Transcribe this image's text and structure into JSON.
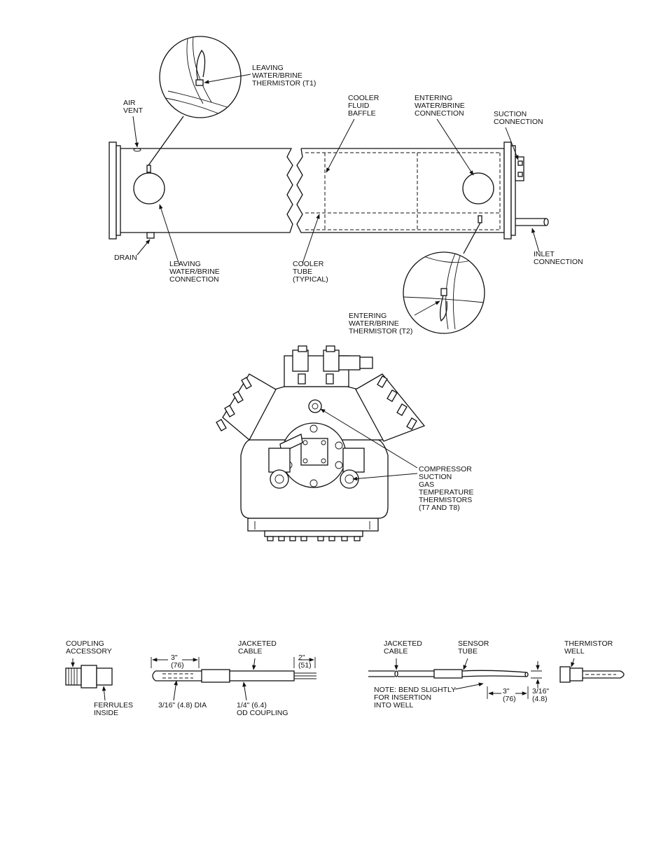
{
  "cooler": {
    "leaving_thermistor": [
      "LEAVING",
      "WATER/BRINE",
      "THERMISTOR (T1)"
    ],
    "air_vent": [
      "AIR",
      "VENT"
    ],
    "baffle": [
      "COOLER",
      "FLUID",
      "BAFFLE"
    ],
    "entering_connection": [
      "ENTERING",
      "WATER/BRINE",
      "CONNECTION"
    ],
    "suction_connection": [
      "SUCTION",
      "CONNECTION"
    ],
    "drain": [
      "DRAIN"
    ],
    "leaving_connection": [
      "LEAVING",
      "WATER/BRINE",
      "CONNECTION"
    ],
    "cooler_tube": [
      "COOLER",
      "TUBE",
      "(TYPICAL)"
    ],
    "inlet_connection": [
      "INLET",
      "CONNECTION"
    ],
    "entering_thermistor": [
      "ENTERING",
      "WATER/BRINE",
      "THERMISTOR (T2)"
    ]
  },
  "compressor": {
    "label": [
      "COMPRESSOR",
      "SUCTION",
      "GAS",
      "TEMPERATURE",
      "THERMISTORS",
      "(T7 AND T8)"
    ]
  },
  "sensor_detail": {
    "coupling_accessory": [
      "COUPLING",
      "ACCESSORY"
    ],
    "ferrules_inside": [
      "FERRULES",
      "INSIDE"
    ],
    "dim_3in": [
      "3\"",
      "(76)"
    ],
    "jacketed_cable_1": [
      "JACKETED",
      "CABLE"
    ],
    "dim_2in": [
      "2\"",
      "(51)"
    ],
    "dia_label": "3/16\" (4.8) DIA",
    "od_coupling": [
      "1/4\" (6.4)",
      "OD COUPLING"
    ],
    "jacketed_cable_2": [
      "JACKETED",
      "CABLE"
    ],
    "sensor_tube": [
      "SENSOR",
      "TUBE"
    ],
    "thermistor_well": [
      "THERMISTOR",
      "WELL"
    ],
    "bend_note": [
      "NOTE: BEND SLIGHTLY",
      "FOR INSERTION",
      "INTO WELL"
    ],
    "dim_3in_b": [
      "3\"",
      "(76)"
    ],
    "dim_316": [
      "3/16\"",
      "(4.8)"
    ]
  }
}
